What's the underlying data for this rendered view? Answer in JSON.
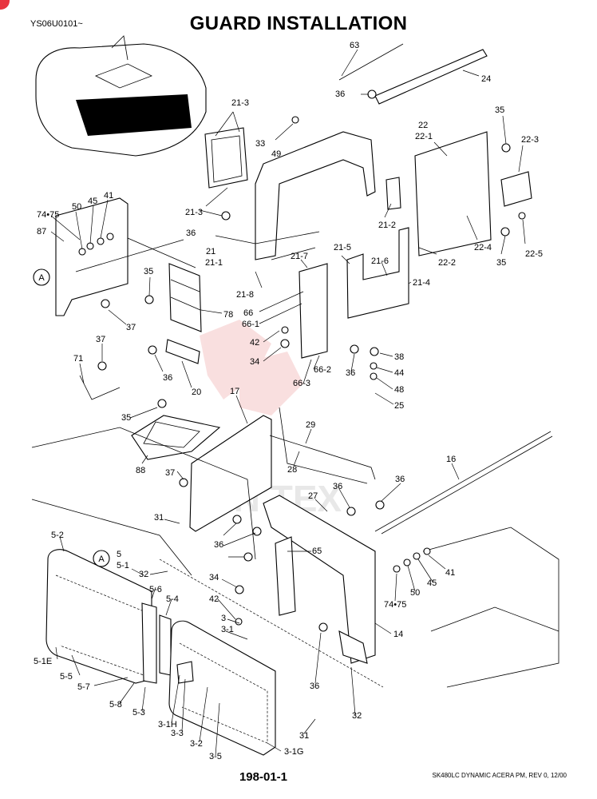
{
  "header": {
    "code": "YS06U0101~",
    "title": "GUARD INSTALLATION"
  },
  "footer": {
    "page_number": "198-01-1",
    "model": "SK480LC DYNAMIC ACERA PM, REV 0, 12/00"
  },
  "watermark": "IN TEX",
  "callouts": [
    {
      "id": "63",
      "text": "63"
    },
    {
      "id": "24",
      "text": "24"
    },
    {
      "id": "36a",
      "text": "36"
    },
    {
      "id": "35a",
      "text": "35"
    },
    {
      "id": "22",
      "text": "22"
    },
    {
      "id": "22-1",
      "text": "22-1"
    },
    {
      "id": "22-3",
      "text": "22-3"
    },
    {
      "id": "21-3a",
      "text": "21-3"
    },
    {
      "id": "33",
      "text": "33"
    },
    {
      "id": "49",
      "text": "49"
    },
    {
      "id": "21-3b",
      "text": "21-3"
    },
    {
      "id": "36b",
      "text": "36"
    },
    {
      "id": "21-2",
      "text": "21-2"
    },
    {
      "id": "22-4",
      "text": "22-4"
    },
    {
      "id": "35b",
      "text": "35"
    },
    {
      "id": "22-5",
      "text": "22-5"
    },
    {
      "id": "22-2",
      "text": "22-2"
    },
    {
      "id": "21",
      "text": "21"
    },
    {
      "id": "21-1",
      "text": "21-1"
    },
    {
      "id": "21-5",
      "text": "21-5"
    },
    {
      "id": "21-7",
      "text": "21-7"
    },
    {
      "id": "21-6",
      "text": "21-6"
    },
    {
      "id": "21-4",
      "text": "21-4"
    },
    {
      "id": "21-8",
      "text": "21-8"
    },
    {
      "id": "41a",
      "text": "41"
    },
    {
      "id": "45a",
      "text": "45"
    },
    {
      "id": "50a",
      "text": "50"
    },
    {
      "id": "74-75a",
      "text": "74•75"
    },
    {
      "id": "87",
      "text": "87"
    },
    {
      "id": "35c",
      "text": "35"
    },
    {
      "id": "66",
      "text": "66"
    },
    {
      "id": "66-1",
      "text": "66-1"
    },
    {
      "id": "78",
      "text": "78"
    },
    {
      "id": "37a",
      "text": "37"
    },
    {
      "id": "42a",
      "text": "42"
    },
    {
      "id": "34a",
      "text": "34"
    },
    {
      "id": "36c",
      "text": "36"
    },
    {
      "id": "66-2",
      "text": "66-2"
    },
    {
      "id": "66-3",
      "text": "66-3"
    },
    {
      "id": "36d",
      "text": "36"
    },
    {
      "id": "38",
      "text": "38"
    },
    {
      "id": "44",
      "text": "44"
    },
    {
      "id": "48",
      "text": "48"
    },
    {
      "id": "25",
      "text": "25"
    },
    {
      "id": "37b",
      "text": "37"
    },
    {
      "id": "71",
      "text": "71"
    },
    {
      "id": "20",
      "text": "20"
    },
    {
      "id": "17",
      "text": "17"
    },
    {
      "id": "35d",
      "text": "35"
    },
    {
      "id": "29",
      "text": "29"
    },
    {
      "id": "28",
      "text": "28"
    },
    {
      "id": "16",
      "text": "16"
    },
    {
      "id": "88",
      "text": "88"
    },
    {
      "id": "37c",
      "text": "37"
    },
    {
      "id": "36e",
      "text": "36"
    },
    {
      "id": "27",
      "text": "27"
    },
    {
      "id": "36f",
      "text": "36"
    },
    {
      "id": "31a",
      "text": "31"
    },
    {
      "id": "5-2",
      "text": "5-2"
    },
    {
      "id": "5",
      "text": "5"
    },
    {
      "id": "5-1",
      "text": "5-1"
    },
    {
      "id": "36g",
      "text": "36"
    },
    {
      "id": "65",
      "text": "65"
    },
    {
      "id": "32a",
      "text": "32"
    },
    {
      "id": "34b",
      "text": "34"
    },
    {
      "id": "5-6",
      "text": "5-6"
    },
    {
      "id": "5-4",
      "text": "5-4"
    },
    {
      "id": "42b",
      "text": "42"
    },
    {
      "id": "41b",
      "text": "41"
    },
    {
      "id": "45b",
      "text": "45"
    },
    {
      "id": "50b",
      "text": "50"
    },
    {
      "id": "74-75b",
      "text": "74•75"
    },
    {
      "id": "3",
      "text": "3"
    },
    {
      "id": "3-1",
      "text": "3-1"
    },
    {
      "id": "5-1E",
      "text": "5-1E"
    },
    {
      "id": "14",
      "text": "14"
    },
    {
      "id": "5-5",
      "text": "5-5"
    },
    {
      "id": "5-7",
      "text": "5-7"
    },
    {
      "id": "5-8",
      "text": "5-8"
    },
    {
      "id": "36h",
      "text": "36"
    },
    {
      "id": "5-3",
      "text": "5-3"
    },
    {
      "id": "3-1H",
      "text": "3-1H"
    },
    {
      "id": "32b",
      "text": "32"
    },
    {
      "id": "3-3",
      "text": "3-3"
    },
    {
      "id": "31b",
      "text": "31"
    },
    {
      "id": "3-2",
      "text": "3-2"
    },
    {
      "id": "3-5",
      "text": "3-5"
    },
    {
      "id": "3-1G",
      "text": "3-1G"
    },
    {
      "id": "A1",
      "text": "A"
    },
    {
      "id": "A2",
      "text": "A"
    }
  ]
}
